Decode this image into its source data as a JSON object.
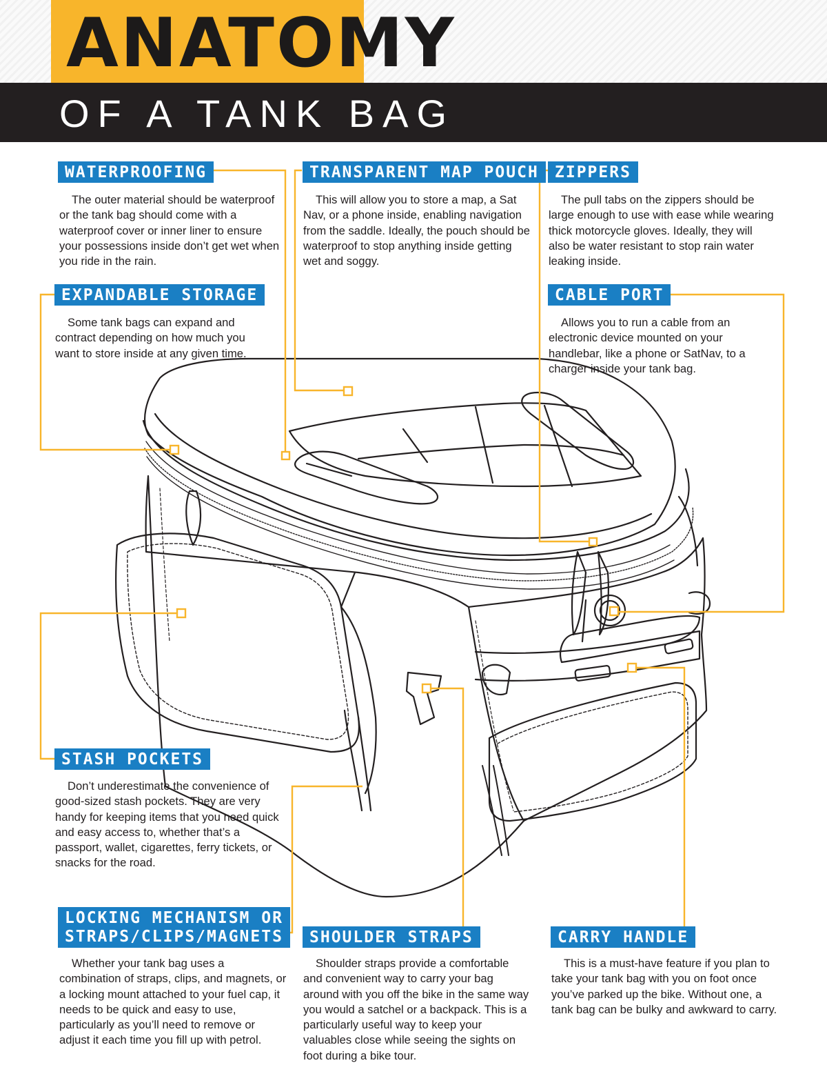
{
  "header": {
    "title": "ANATOMY",
    "subtitle": "OF A TANK BAG"
  },
  "colors": {
    "accent_yellow": "#f8b52b",
    "label_blue": "#1a7fc4",
    "header_black": "#231f20",
    "leader_line": "#f8b52b"
  },
  "callouts": {
    "waterproofing": {
      "label": "WATERPROOFING",
      "text": "The outer material should be waterproof or the tank bag should come with a waterproof cover or inner liner to ensure your possessions inside don’t get wet when you ride in the rain."
    },
    "map_pouch": {
      "label": "TRANSPARENT MAP POUCH",
      "text": "This will allow you to store a map, a Sat Nav, or a phone inside, enabling navigation from the saddle. Ideally, the pouch should be waterproof to stop anything inside getting wet and soggy."
    },
    "zippers": {
      "label": "ZIPPERS",
      "text": "The pull tabs on the zippers should be large enough to use with ease while wearing thick motorcycle gloves. Ideally, they will also be water resistant to stop rain water leaking inside."
    },
    "expandable": {
      "label": "EXPANDABLE STORAGE",
      "text": "Some tank bags can expand and contract depending on how much you want to store inside at any given time."
    },
    "cable_port": {
      "label": "CABLE PORT",
      "text": "Allows you to run a cable from an electronic device mounted on your handlebar, like a phone or SatNav, to a charger inside your tank bag."
    },
    "stash": {
      "label": "STASH POCKETS",
      "text": "Don’t underestimate the convenience of good-sized stash pockets. They are very handy for keeping items that you need quick and easy access to, whether that’s a passport, wallet, cigarettes, ferry tickets, or snacks for the road."
    },
    "locking": {
      "label_line1": "LOCKING MECHANISM OR",
      "label_line2": "STRAPS/CLIPS/MAGNETS",
      "text": "Whether your tank bag uses a combination of straps, clips, and magnets, or a locking mount attached to your fuel cap, it needs to be quick and easy to use, particularly as you’ll need to remove or adjust it each time you fill up with petrol."
    },
    "shoulder": {
      "label": "SHOULDER STRAPS",
      "text": "Shoulder straps provide a comfortable and convenient way to carry your bag around with you off the bike in the same way you would a satchel or a backpack. This is a particularly useful way to keep your valuables close while seeing the sights on foot during a bike tour."
    },
    "carry": {
      "label": "CARRY HANDLE",
      "text": "This is a must-have feature if you plan to take your tank bag with you on foot once you’ve parked up the bike. Without one, a tank bag can be bulky and awkward to carry."
    }
  }
}
